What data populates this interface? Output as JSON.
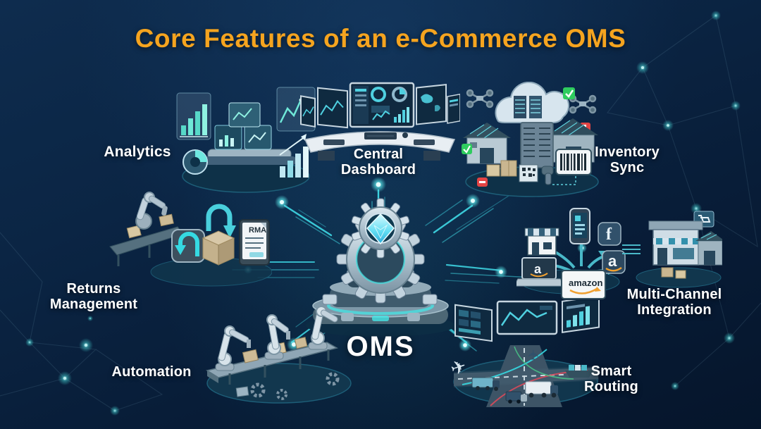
{
  "title": "Core Features of an e-Commerce OMS",
  "center": {
    "label": "OMS"
  },
  "nodes": [
    {
      "id": "analytics",
      "lines": [
        "Analytics",
        ""
      ]
    },
    {
      "id": "central-dashboard",
      "lines": [
        "Central",
        "Dashboard"
      ]
    },
    {
      "id": "inventory-sync",
      "lines": [
        "Inventory",
        "Sync"
      ]
    },
    {
      "id": "returns-management",
      "lines": [
        "Returns",
        "Management"
      ]
    },
    {
      "id": "multi-channel-integration",
      "lines": [
        "Multi-Channel",
        "Integration"
      ]
    },
    {
      "id": "automation",
      "lines": [
        "Automation",
        ""
      ]
    },
    {
      "id": "smart-routing",
      "lines": [
        "Smart",
        "Routing"
      ]
    }
  ],
  "icon_texts": {
    "rma": "RMA",
    "amazon_wordmark": "amazon",
    "facebook_f": "f",
    "amazon_a": "a"
  },
  "colors": {
    "background": "#081d38",
    "title": "#F5A41F",
    "label": "#FFFFFF",
    "accent_cyan": "#3FD9E6",
    "glow": "#9FF2F2",
    "steel_light": "#D7E3EA",
    "steel_dark": "#55707F",
    "platform": "#0E3148",
    "check_green": "#2ECC5E",
    "alert_red": "#E24444",
    "amazon_orange": "#F0A030"
  }
}
